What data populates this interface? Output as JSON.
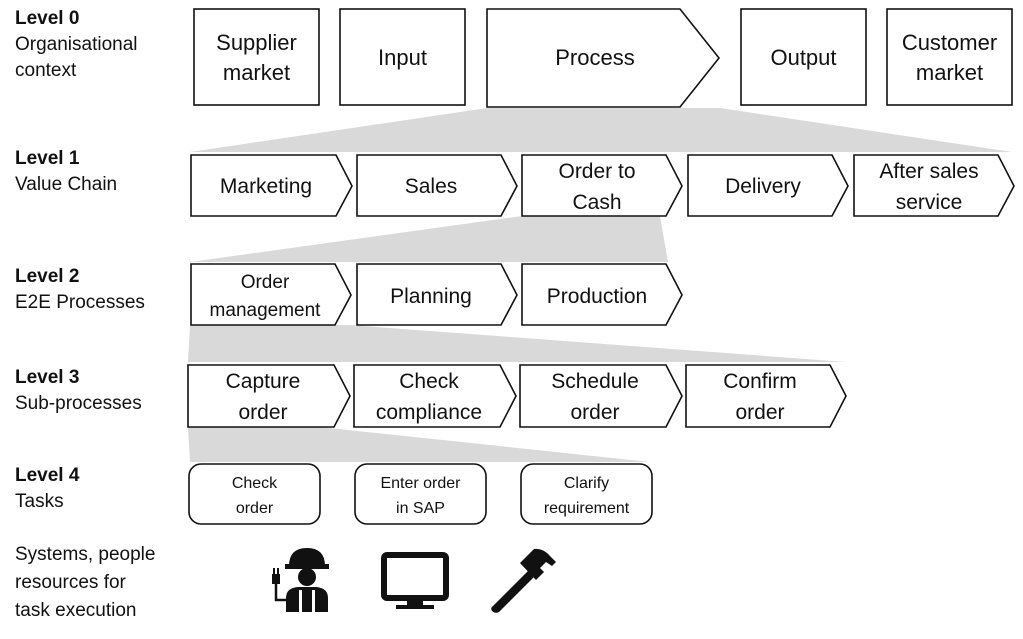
{
  "levels": [
    {
      "heading": "Level 0",
      "subtitle_lines": [
        "Organisational",
        "context"
      ]
    },
    {
      "heading": "Level 1",
      "subtitle_lines": [
        "Value Chain"
      ]
    },
    {
      "heading": "Level 2",
      "subtitle_lines": [
        "E2E Processes"
      ]
    },
    {
      "heading": "Level 3",
      "subtitle_lines": [
        "Sub-processes"
      ]
    },
    {
      "heading": "Level 4",
      "subtitle_lines": [
        "Tasks"
      ]
    }
  ],
  "resources_label_lines": [
    "Systems, people",
    "resources for",
    "task execution"
  ],
  "level0": {
    "supplier_market": [
      "Supplier",
      "market"
    ],
    "input": [
      "Input"
    ],
    "process": [
      "Process"
    ],
    "output": [
      "Output"
    ],
    "customer_market": [
      "Customer",
      "market"
    ]
  },
  "level1": {
    "marketing": [
      "Marketing"
    ],
    "sales": [
      "Sales"
    ],
    "order_to_cash": [
      "Order to",
      "Cash"
    ],
    "delivery": [
      "Delivery"
    ],
    "after_sales": [
      "After sales",
      "service"
    ]
  },
  "level2": {
    "order_management": [
      "Order",
      "management"
    ],
    "planning": [
      "Planning"
    ],
    "production": [
      "Production"
    ]
  },
  "level3": {
    "capture_order": [
      "Capture",
      "order"
    ],
    "check_compliance": [
      "Check",
      "compliance"
    ],
    "schedule_order": [
      "Schedule",
      "order"
    ],
    "confirm_order": [
      "Confirm",
      "order"
    ]
  },
  "level4": {
    "check_order": [
      "Check",
      "order"
    ],
    "enter_order_sap": [
      "Enter order",
      "in SAP"
    ],
    "clarify_requirement": [
      "Clarify",
      "requirement"
    ]
  },
  "resource_icons": [
    "worker-icon",
    "monitor-icon",
    "hammer-icon"
  ],
  "colors": {
    "stroke": "#111111",
    "zoom_fill": "#d9d9d9"
  }
}
